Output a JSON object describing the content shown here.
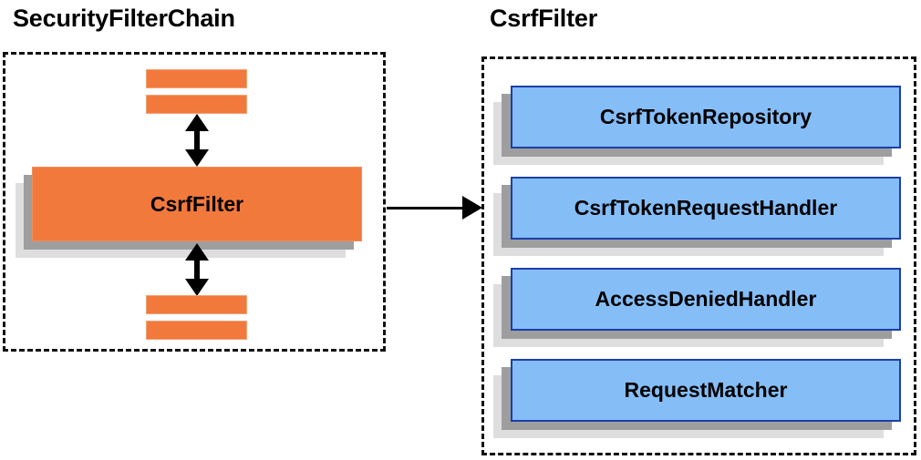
{
  "diagram": {
    "background_color": "#ffffff",
    "left": {
      "title": "SecurityFilterChain",
      "stub_bars": {
        "top_count": 2,
        "bottom_count": 2,
        "color": "#f2793c"
      },
      "main_box": {
        "label": "CsrfFilter",
        "fill": "#f2793c",
        "shadow_near": "#9e9e9e",
        "shadow_far": "#dedede"
      },
      "connector_top": "double-headed-vertical-arrow",
      "connector_bottom": "double-headed-vertical-arrow"
    },
    "right": {
      "title": "CsrfFilter",
      "fill": "#85bdf7",
      "border": "#1b3faa",
      "shadow_near": "#9e9e9e",
      "shadow_far": "#dedede",
      "collaborators": [
        {
          "label": "CsrfTokenRepository"
        },
        {
          "label": "CsrfTokenRequestHandler"
        },
        {
          "label": "AccessDeniedHandler"
        },
        {
          "label": "RequestMatcher"
        }
      ]
    },
    "link": {
      "type": "arrow-right",
      "from": "SecurityFilterChain.CsrfFilter",
      "to": "CsrfFilter panel"
    }
  }
}
